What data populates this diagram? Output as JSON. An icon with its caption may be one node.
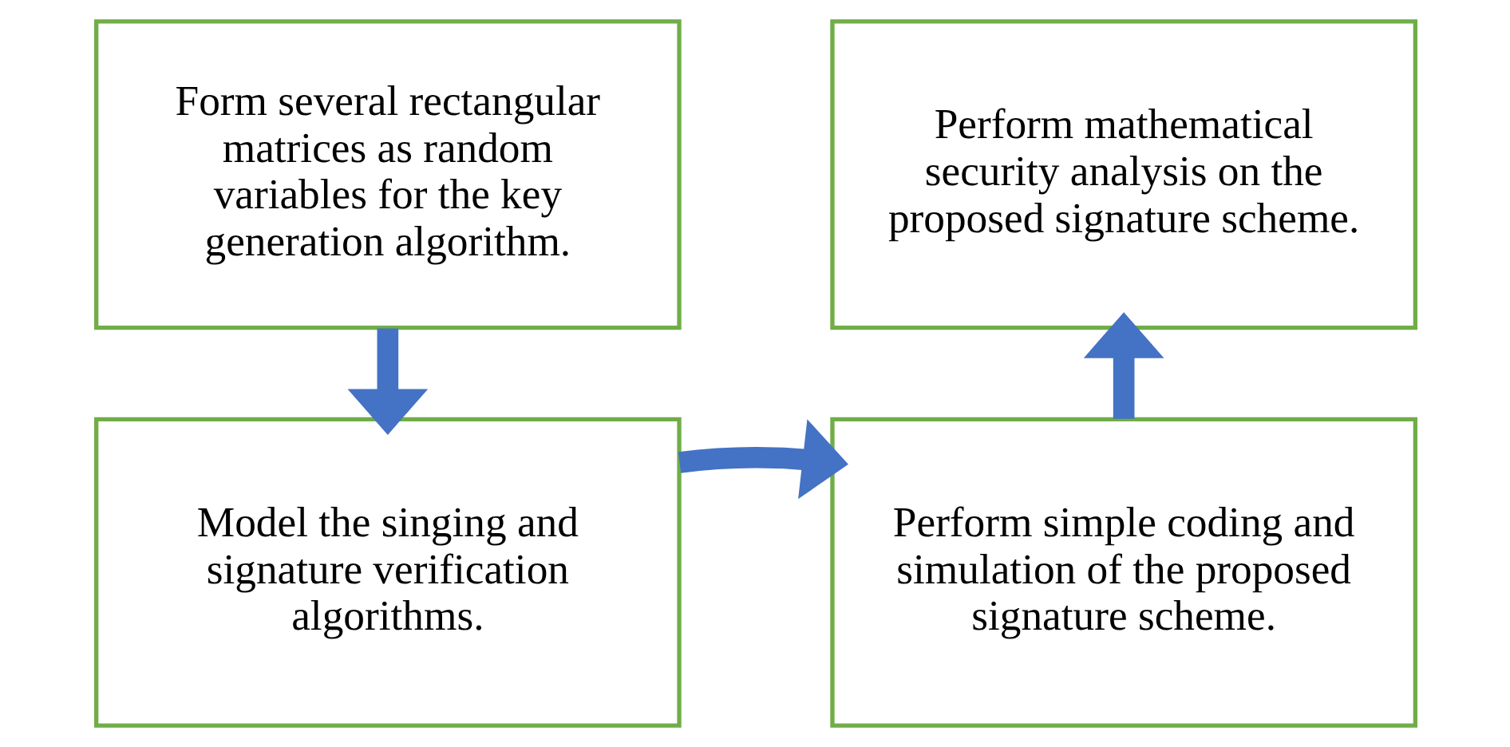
{
  "diagram": {
    "nodes": [
      {
        "text": [
          "Form several rectangular matrices as random variables for the key generation algorithm."
        ]
      },
      {
        "text": [
          "Model the singing and signature verification algorithms."
        ]
      },
      {
        "text": [
          "Perform simple coding and simulation of the proposed signature scheme."
        ]
      },
      {
        "text": [
          "Perform mathematical security analysis on the proposed signature scheme."
        ]
      }
    ],
    "edges": [
      {
        "from": 0,
        "to": 1,
        "arrow": "to"
      },
      {
        "from": 1,
        "to": 2,
        "arrow": "to"
      },
      {
        "from": 2,
        "to": 3,
        "arrow": "to"
      }
    ]
  }
}
